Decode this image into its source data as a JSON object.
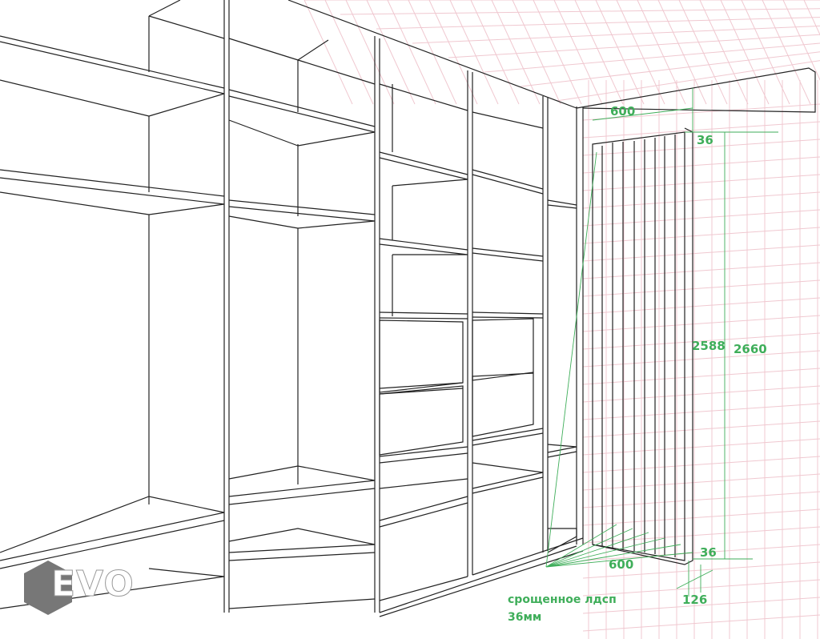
{
  "drawing": {
    "dimensions": {
      "top_depth": "600",
      "top_thickness": "36",
      "inner_height": "2588",
      "total_height": "2660",
      "bottom_thickness": "36",
      "bottom_depth": "600",
      "plinth": "126"
    },
    "note_line1": "срощенное лдсп",
    "note_line2": "36мм",
    "logo_text": "EVO",
    "colors": {
      "dimension": "#3fae5a",
      "grid": "#f0c8d0",
      "lines": "#222222"
    }
  }
}
